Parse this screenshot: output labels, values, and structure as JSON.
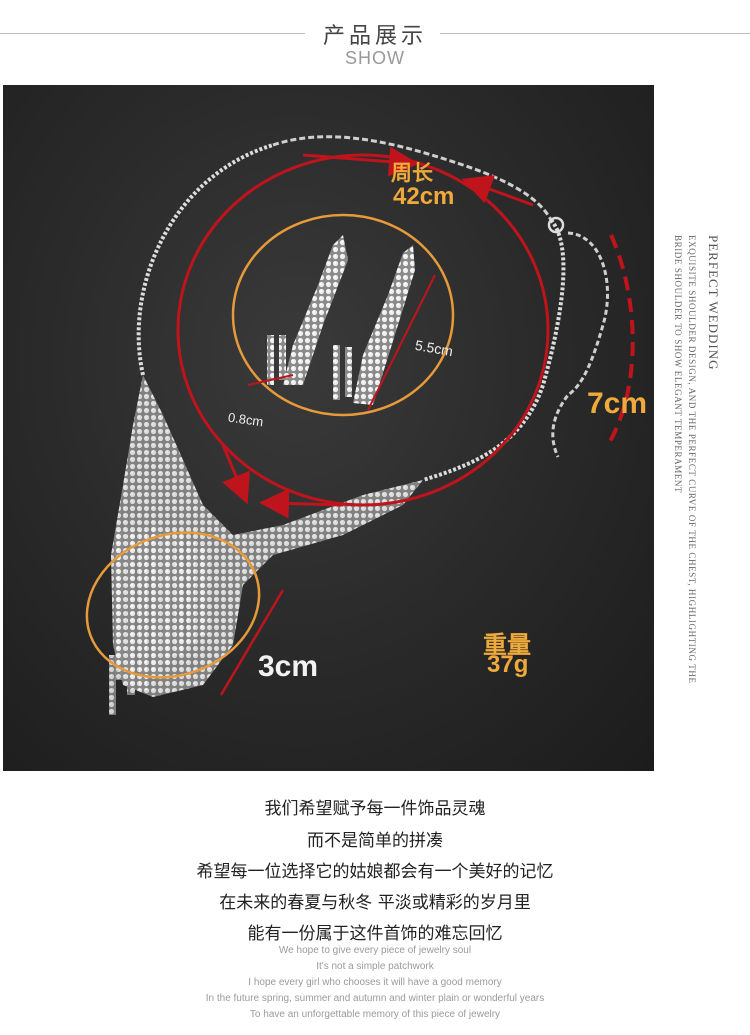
{
  "header": {
    "title_cn": "产品展示",
    "title_en": "SHOW"
  },
  "photo": {
    "circumference_label": "周长",
    "circumference_value": "42cm",
    "extension_value": "7cm",
    "earring_length": "5.5cm",
    "earring_width": "0.8cm",
    "pendant_length": "3cm",
    "weight_label": "重量",
    "weight_value": "37g",
    "colors": {
      "accent_red": "#c0141c",
      "accent_orange": "#f0a93b",
      "highlight_circle": "#e69a3a"
    }
  },
  "side": {
    "line1": "PERFECT WEDDING",
    "line2": "EXQUISITE SHOULDER DESIGN, AND THE PERFECT CURVE OF THE CHEST, HIGHLIGHTING THE",
    "line3": "BRIDE SHOULDER TO SHOW ELEGANT TEMPERAMENT"
  },
  "poem_cn": [
    "我们希望赋予每一件饰品灵魂",
    "而不是简单的拼凑",
    "希望每一位选择它的姑娘都会有一个美好的记忆",
    "在未来的春夏与秋冬  平淡或精彩的岁月里",
    "能有一份属于这件首饰的难忘回忆"
  ],
  "poem_en": [
    "We hope to give every piece of jewelry soul",
    "It's not a simple patchwork",
    "I hope every girl who chooses it will have a good memory",
    "In the future spring, summer and autumn and winter plain or wonderful years",
    "To have an unforgettable memory of this piece of jewelry"
  ]
}
